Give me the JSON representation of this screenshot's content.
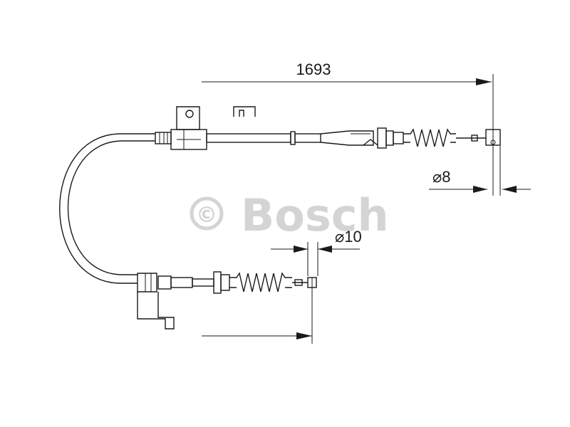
{
  "dimensions": {
    "overall_length": "1693",
    "diameter_end_right": "⌀8",
    "diameter_end_bottom": "⌀10"
  },
  "watermark": {
    "symbol": "©",
    "brand": "Bosch"
  },
  "colors": {
    "line": "#1a1a1a",
    "watermark": "#d4d4d4",
    "background": "#ffffff"
  }
}
